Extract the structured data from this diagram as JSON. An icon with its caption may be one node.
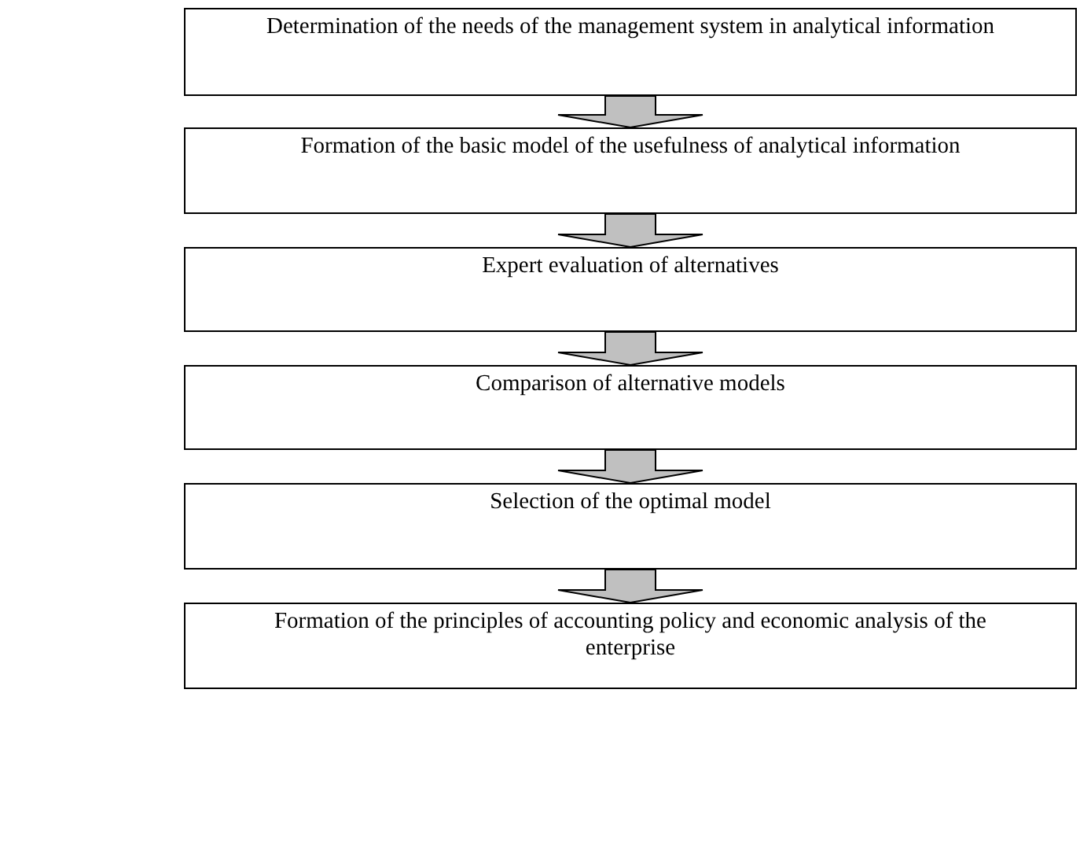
{
  "diagram": {
    "nodes": [
      {
        "text": [
          "Determination of the needs of the management system in analytical information"
        ]
      },
      {
        "text": [
          "Formation of the basic model of the usefulness of analytical information"
        ]
      },
      {
        "text": [
          "Expert evaluation of alternatives"
        ]
      },
      {
        "text": [
          "Comparison of alternative models"
        ]
      },
      {
        "text": [
          "Selection of the optimal model"
        ]
      },
      {
        "text": [
          "Formation of the principles of accounting policy and economic analysis of the enterprise"
        ]
      }
    ],
    "edges": [
      {
        "from": 0,
        "to": 1,
        "arrow": "to"
      },
      {
        "from": 1,
        "to": 2,
        "arrow": "to"
      },
      {
        "from": 2,
        "to": 3,
        "arrow": "to"
      },
      {
        "from": 3,
        "to": 4,
        "arrow": "to"
      },
      {
        "from": 4,
        "to": 5,
        "arrow": "to"
      }
    ]
  }
}
